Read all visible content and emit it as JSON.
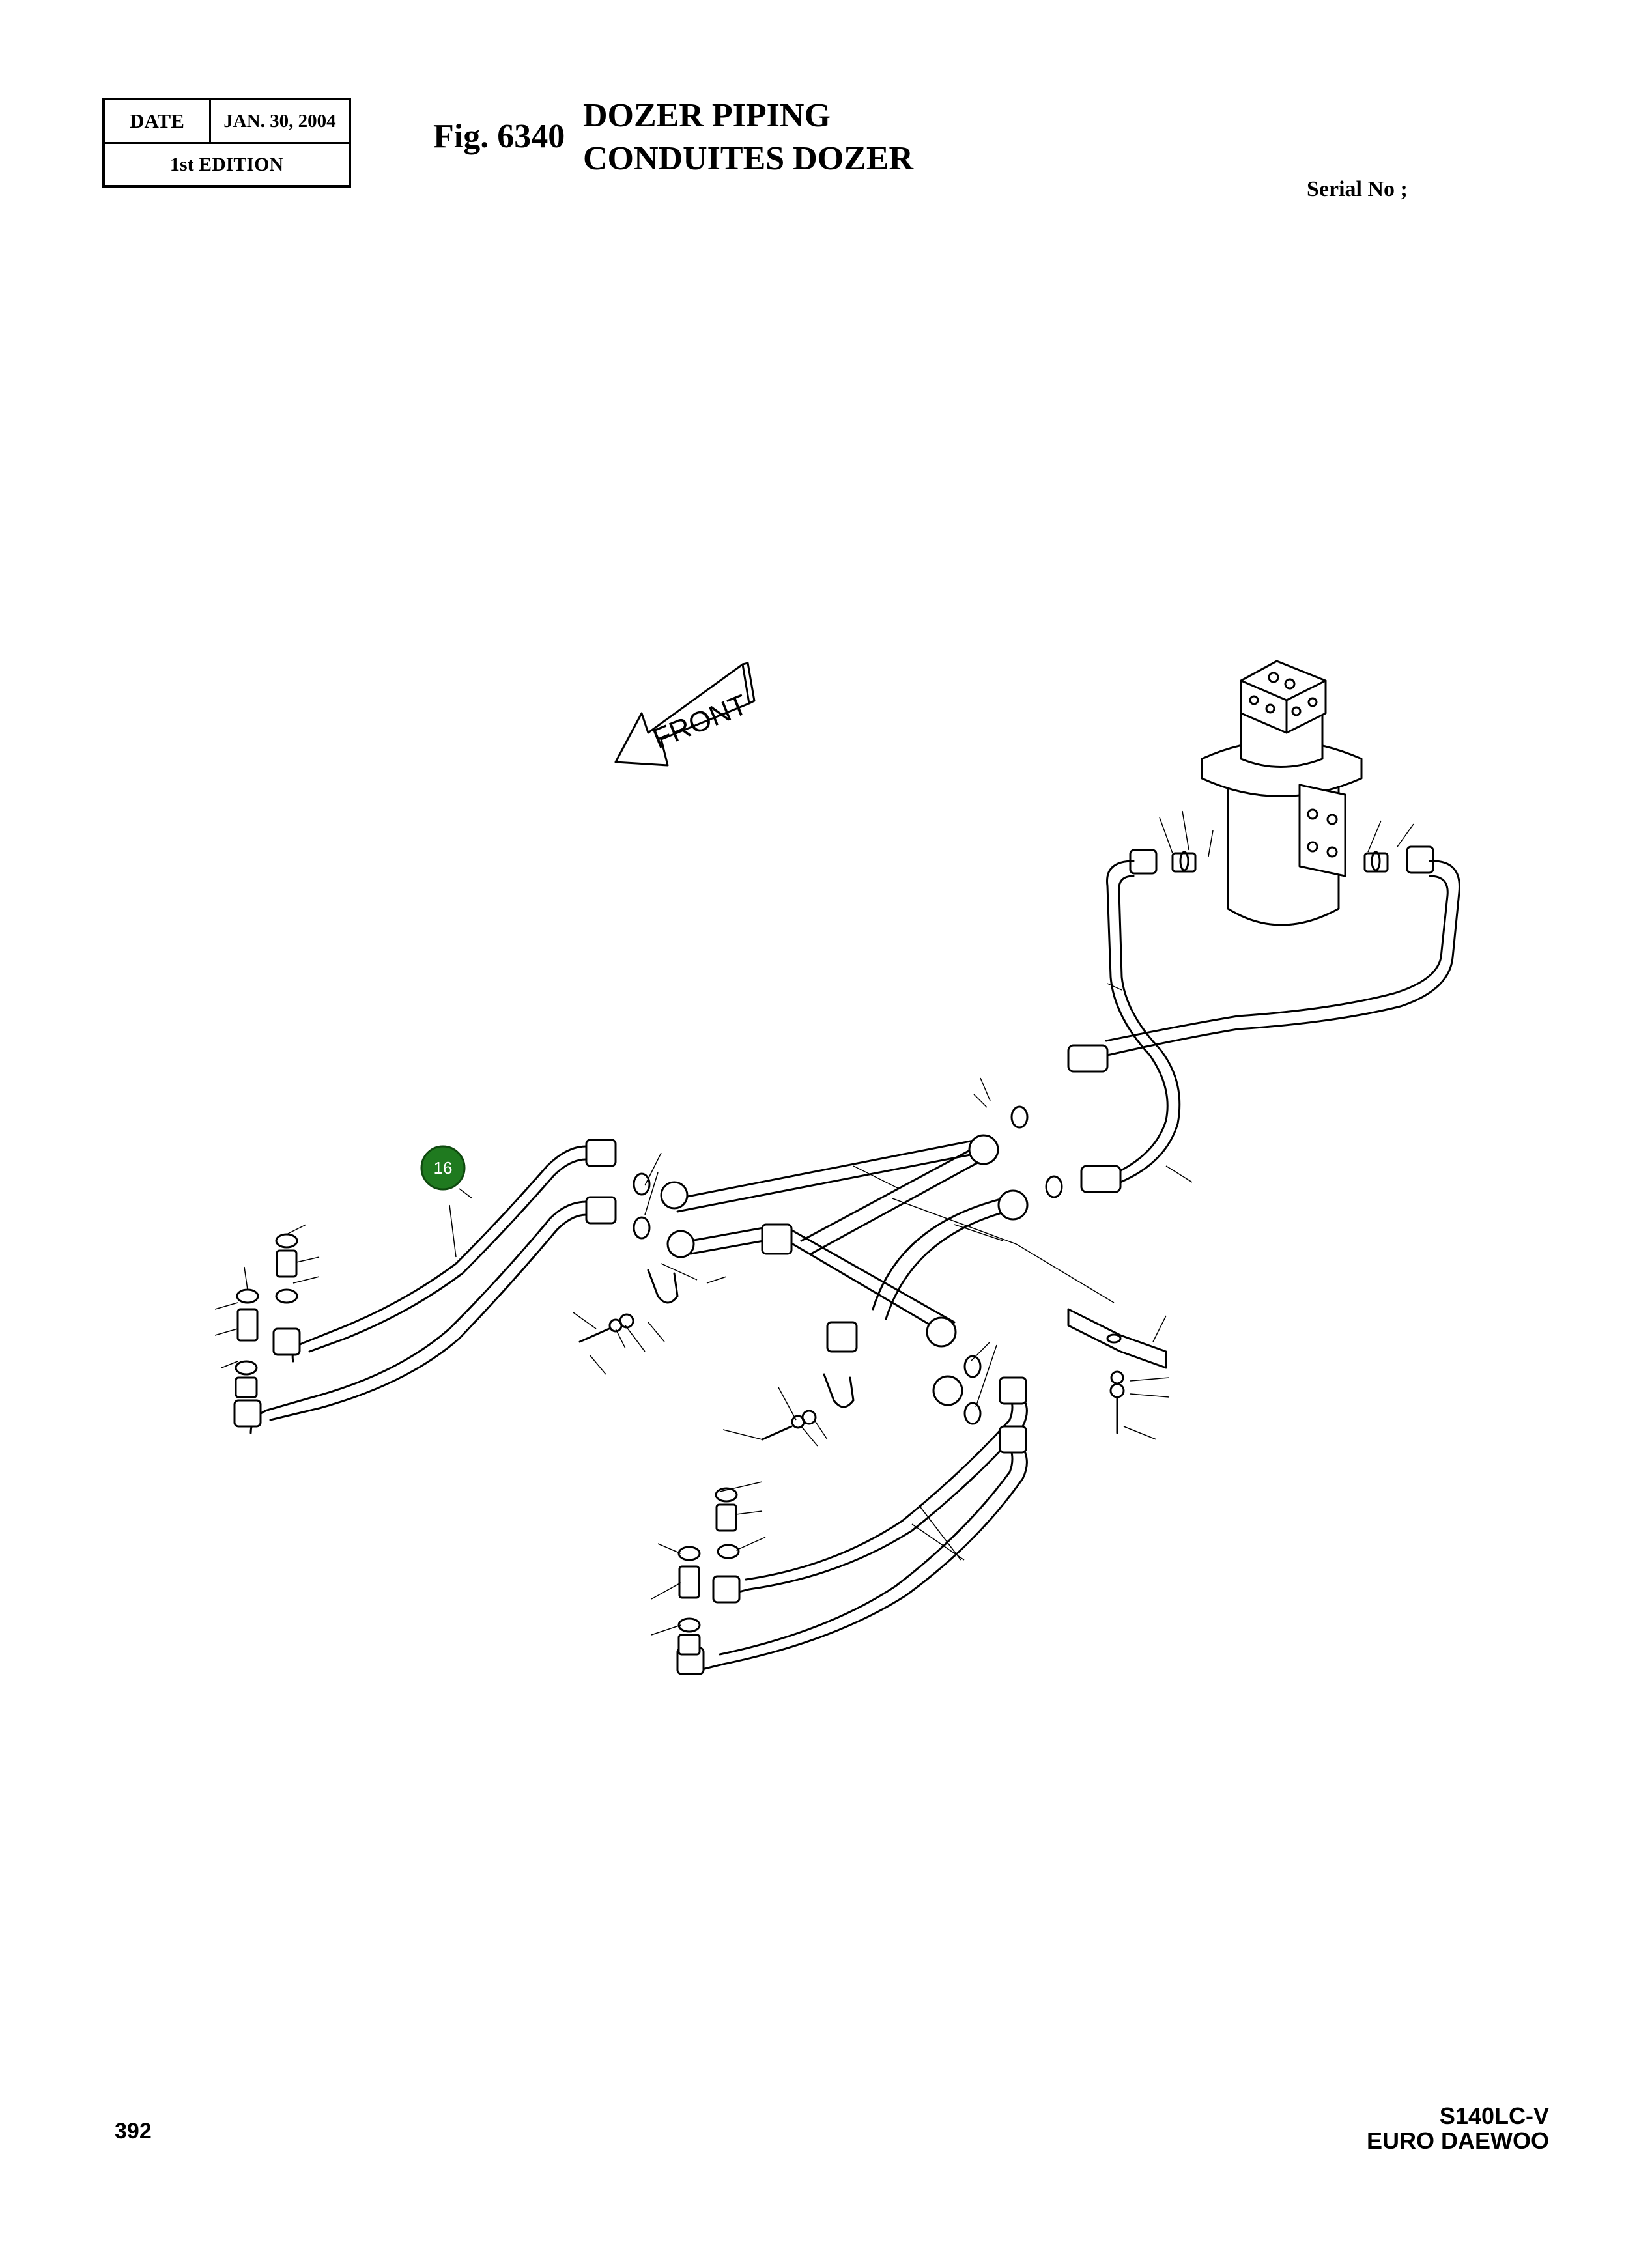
{
  "header": {
    "date_label": "DATE",
    "date_value": "JAN. 30, 2004",
    "edition": "1st EDITION",
    "figure_number": "Fig. 6340",
    "title_en": "DOZER PIPING",
    "title_fr": "CONDUITES DOZER",
    "serial_label": "Serial No ;"
  },
  "diagram": {
    "direction_label": "FRONT",
    "callouts": [
      {
        "label": "16",
        "color": "#1f7a1f"
      }
    ]
  },
  "footer": {
    "page_number": "392",
    "model": "S140LC-V",
    "brand": "EURO DAEWOO"
  }
}
